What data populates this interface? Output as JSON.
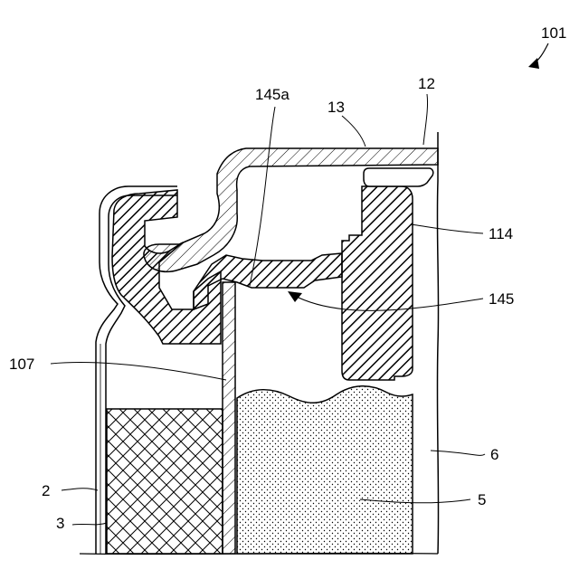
{
  "labels": {
    "fig": "101",
    "l12": "12",
    "l13": "13",
    "l145a": "145a",
    "l114": "114",
    "l145": "145",
    "l107": "107",
    "l6": "6",
    "l2": "2",
    "l5": "5",
    "l3": "3"
  }
}
